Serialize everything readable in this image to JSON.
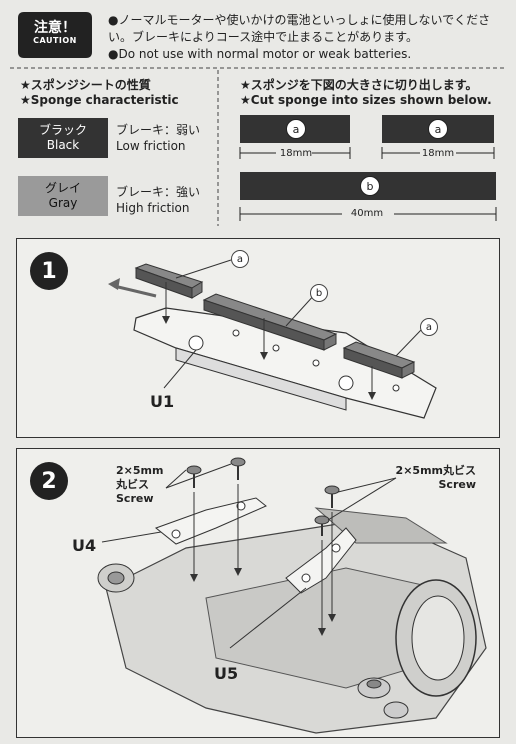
{
  "caution": {
    "jp": "注意！",
    "en": "CAUTION"
  },
  "warnings": [
    "●ノーマルモーターや使いかけの電池といっしょに使用しないでください。ブレーキによりコース途中で止まることがあります。",
    "●Do not use with normal motor or weak batteries."
  ],
  "sponge_char": {
    "title_jp": "★スポンジシートの性質",
    "title_en": "★Sponge characteristic",
    "items": [
      {
        "swatch_jp": "ブラック",
        "swatch_en": "Black",
        "brake_jp": "ブレーキ：弱い",
        "brake_en": "Low friction"
      },
      {
        "swatch_jp": "グレイ",
        "swatch_en": "Gray",
        "brake_jp": "ブレーキ：強い",
        "brake_en": "High friction"
      }
    ]
  },
  "cut": {
    "title_jp": "★スポンジを下図の大きさに切り出します。",
    "title_en": "★Cut sponge into sizes shown below.",
    "pieces": [
      {
        "label": "a",
        "size": "18mm"
      },
      {
        "label": "a",
        "size": "18mm"
      },
      {
        "label": "b",
        "size": "40mm"
      }
    ]
  },
  "step1": {
    "number": "1",
    "labels": {
      "a1": "a",
      "b": "b",
      "a2": "a",
      "u1": "U1"
    }
  },
  "step2": {
    "number": "2",
    "screw_left": {
      "size": "2×5mm",
      "jp": "丸ビス",
      "en": "Screw"
    },
    "screw_right": {
      "size": "2×5mm丸ビス",
      "en": "Screw"
    },
    "u4": "U4",
    "u5": "U5"
  }
}
